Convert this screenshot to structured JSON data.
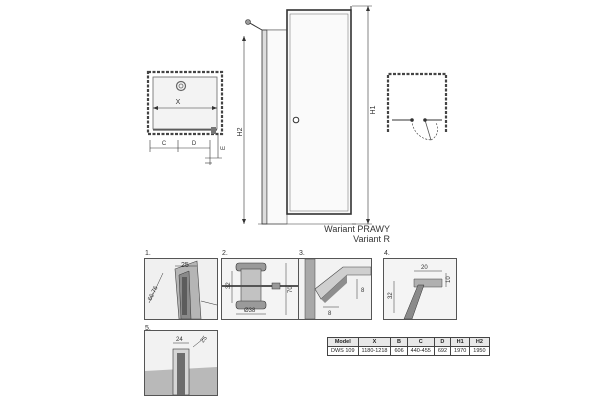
{
  "variant": {
    "line1": "Wariant PRAWY",
    "line2": "Variant R"
  },
  "door_labels": {
    "height_h1": "H1",
    "height_h2": "H2"
  },
  "plan_labels": {
    "width_x": "X",
    "c": "C",
    "d": "D",
    "e": "E"
  },
  "details": [
    {
      "number": "1.",
      "dims": [
        "25",
        "66-76"
      ]
    },
    {
      "number": "2.",
      "dims": [
        "32",
        "Ø38",
        "70"
      ]
    },
    {
      "number": "3.",
      "dims": [
        "8",
        "8"
      ]
    },
    {
      "number": "4.",
      "dims": [
        "20",
        "10",
        "32"
      ]
    },
    {
      "number": "5.",
      "dims": [
        "24",
        "25"
      ]
    }
  ],
  "spec_table": {
    "headers": [
      "Model",
      "X",
      "B",
      "C",
      "D",
      "H1",
      "H2"
    ],
    "rows": [
      [
        "DWS 109",
        "1180-1218",
        "606",
        "440-455",
        "692",
        "1970",
        "1950"
      ]
    ]
  }
}
